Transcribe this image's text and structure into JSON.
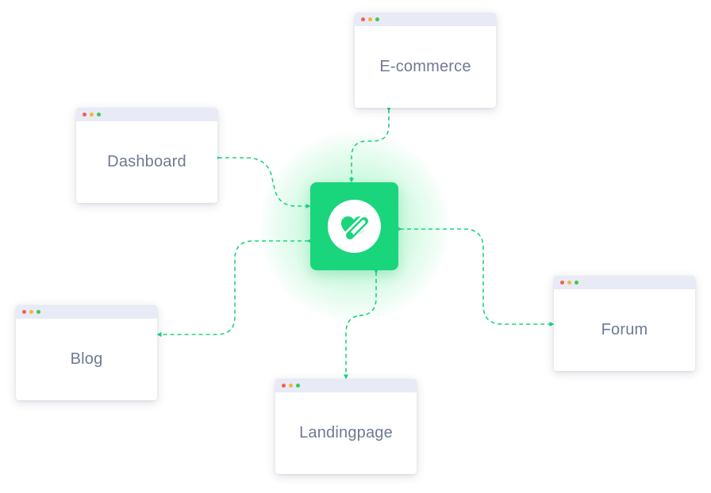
{
  "hub": {
    "icon": "heart-pill-icon",
    "color": "#19d57c",
    "glow_color": "#8ef0bf"
  },
  "connector_color": "#19d57c",
  "nodes": [
    {
      "id": "ecommerce",
      "label": "E-commerce"
    },
    {
      "id": "dashboard",
      "label": "Dashboard"
    },
    {
      "id": "forum",
      "label": "Forum"
    },
    {
      "id": "blog",
      "label": "Blog"
    },
    {
      "id": "landing",
      "label": "Landingpage"
    }
  ],
  "window_dots": [
    "#f0605a",
    "#f5b53b",
    "#3fc951"
  ]
}
